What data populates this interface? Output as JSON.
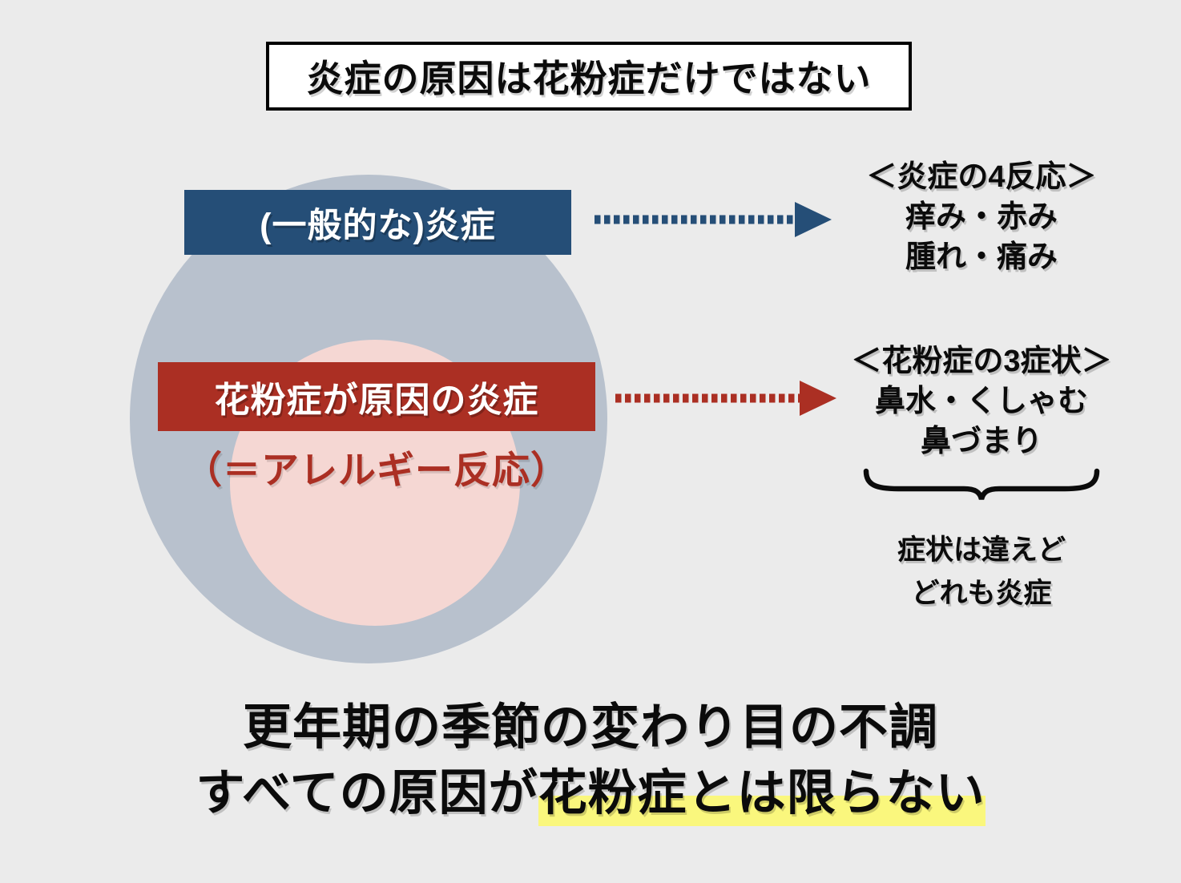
{
  "colors": {
    "background": "#ebebeb",
    "general_inflammation_blue": "#254e77",
    "hayfever_red": "#ab2f23",
    "outer_circle_gray": "#b8c1cd",
    "inner_circle_pink": "#f5d7d3",
    "highlight_yellow": "#faf77d",
    "text_black": "#0b0b0b",
    "title_box_bg": "#ffffff"
  },
  "title": {
    "text": "炎症の原因は花粉症だけではない"
  },
  "venn": {
    "outer_label": "(一般的な)炎症",
    "inner_label": "花粉症が原因の炎症",
    "inner_sublabel": "（＝アレルギー反応）"
  },
  "right": {
    "inflammation": {
      "heading": "＜炎症の4反応＞",
      "lines": [
        "痒み・赤み",
        "腫れ・痛み"
      ]
    },
    "hayfever": {
      "heading": "＜花粉症の3症状＞",
      "lines": [
        "鼻水・くしゃむ",
        "鼻づまり"
      ]
    },
    "brace_note": {
      "lines": [
        "症状は違えど",
        "どれも炎症"
      ]
    }
  },
  "footer": {
    "line1": "更年期の季節の変わり目の不調",
    "line2_prefix": "すべての原因が",
    "line2_highlight": "花粉症とは限らない"
  }
}
